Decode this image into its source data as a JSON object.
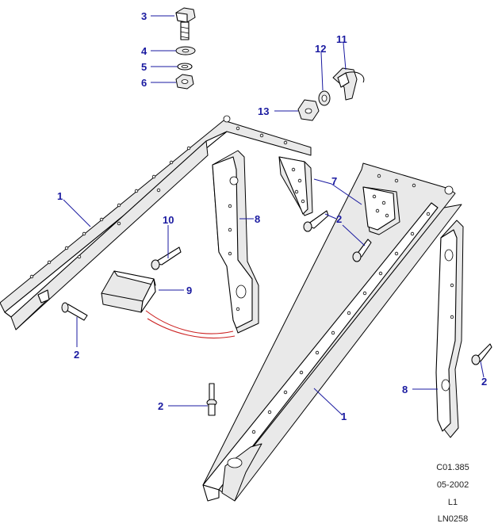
{
  "callouts": {
    "c1a": "1",
    "c1b": "1",
    "c2a": "2",
    "c2b": "2",
    "c2c": "2",
    "c2d": "2",
    "c3": "3",
    "c4": "4",
    "c5": "5",
    "c6": "6",
    "c7": "7",
    "c8a": "8",
    "c8b": "8",
    "c9": "9",
    "c10": "10",
    "c11": "11",
    "c12": "12",
    "c13": "13"
  },
  "reference": {
    "code": "C01.385",
    "date": "05-2002",
    "level": "L1",
    "figure": "LN0258"
  },
  "colors": {
    "callout": "#1a1aa0",
    "line": "#000000",
    "highlight": "#cc2222"
  }
}
